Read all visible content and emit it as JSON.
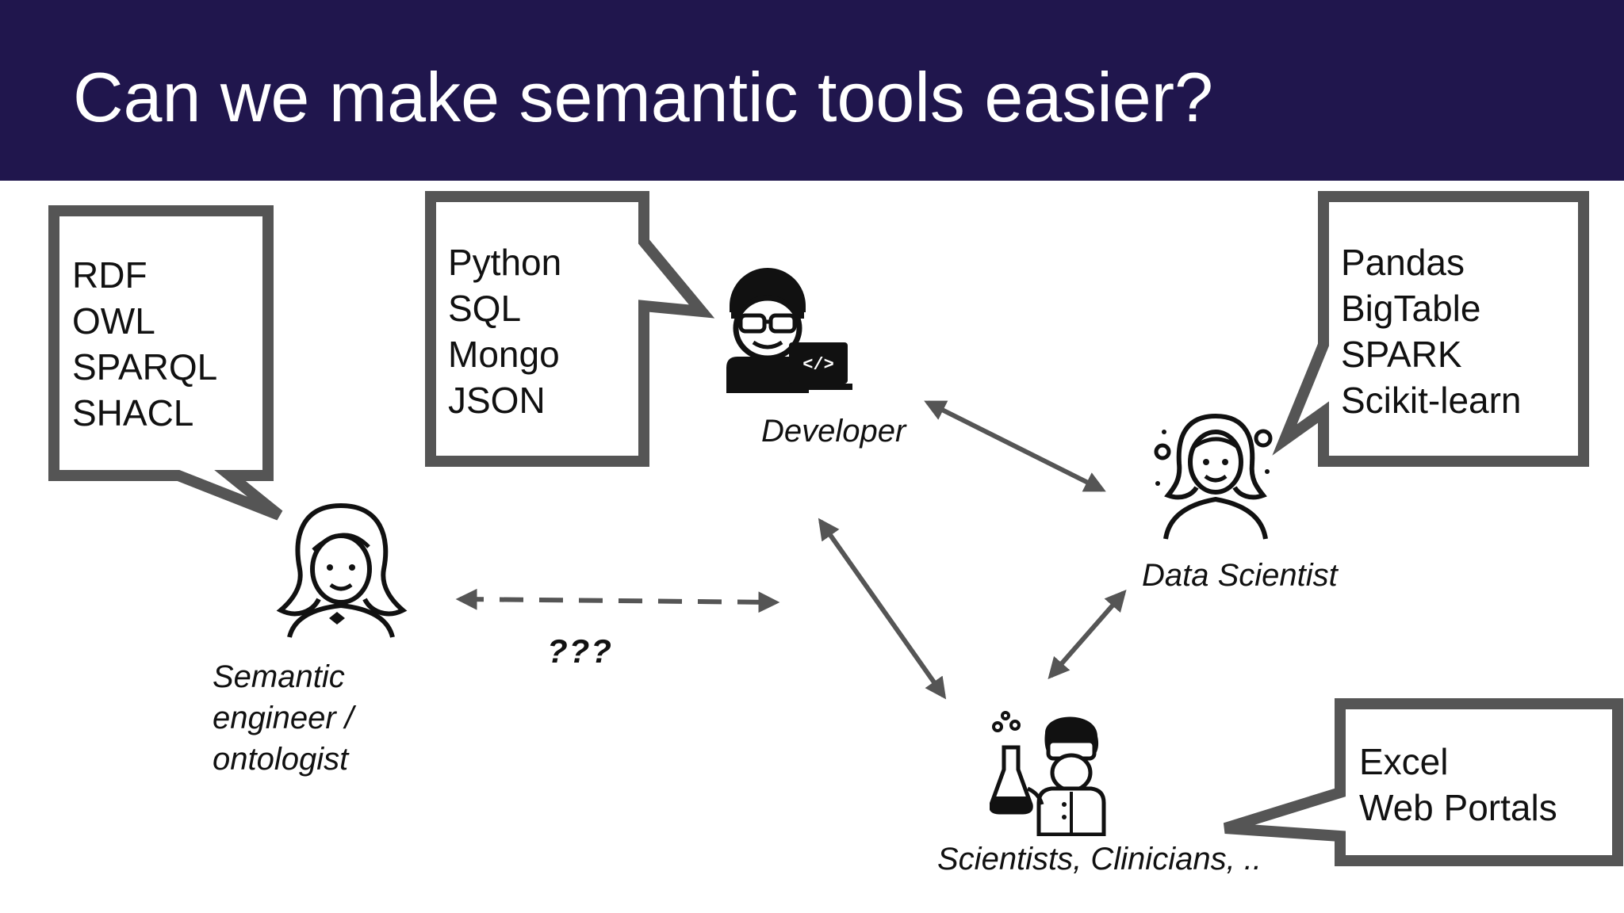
{
  "header": {
    "title": "Can we make semantic tools easier?"
  },
  "bubbles": {
    "semantic": {
      "items": [
        "RDF",
        "OWL",
        "SPARQL",
        "SHACL"
      ]
    },
    "developer": {
      "items": [
        "Python",
        "SQL",
        "Mongo",
        "JSON"
      ]
    },
    "data_scientist": {
      "items": [
        "Pandas",
        "BigTable",
        "SPARK",
        "Scikit-learn"
      ]
    },
    "scientists": {
      "items": [
        "Excel",
        "Web Portals"
      ]
    }
  },
  "roles": {
    "developer": "Developer",
    "data_scientist": "Data Scientist",
    "semantic_lines": [
      "Semantic",
      "engineer /",
      "ontologist"
    ],
    "scientists": "Scientists, Clinicians, .."
  },
  "connector": {
    "label": "???"
  },
  "icons": {
    "developer": "developer-person-laptop-icon",
    "data_scientist": "data-scientist-person-icon",
    "semantic": "ontologist-person-icon",
    "scientists": "scientist-flask-icon"
  },
  "colors": {
    "header_bg": "#20164d",
    "bubble_stroke": "#555555",
    "arrow": "#555555"
  }
}
